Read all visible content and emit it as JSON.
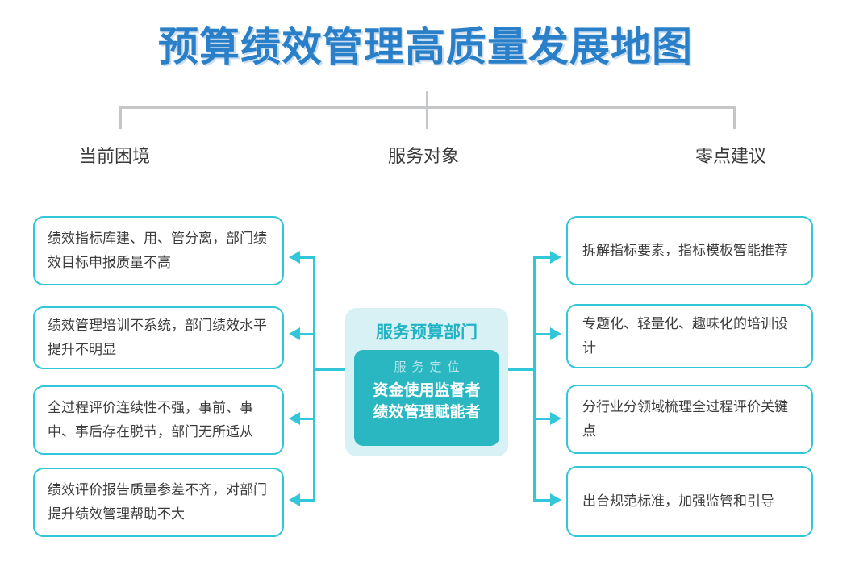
{
  "page": {
    "title": "预算绩效管理高质量发展地图",
    "accent_blue": "#2a7fc9",
    "accent_cyan": "#31c6d8",
    "panel_bg": "#d7f1f4",
    "card_teal": "#2bb7c2",
    "bracket_gray": "#c4c6c8"
  },
  "columns": {
    "left_header": "当前困境",
    "middle_header": "服务对象",
    "right_header": "零点建议"
  },
  "problems": [
    {
      "text": "绩效指标库建、用、管分离，部门绩效目标申报质量不高"
    },
    {
      "text": "绩效管理培训不系统，部门绩效水平提升不明显"
    },
    {
      "text": "全过程评价连续性不强，事前、事中、事后存在脱节，部门无所适从"
    },
    {
      "text": "绩效评价报告质量参差不齐，对部门提升绩效管理帮助不大"
    }
  ],
  "suggestions": [
    {
      "text": "拆解指标要素，指标模板智能推荐"
    },
    {
      "text": "专题化、轻量化、趣味化的培训设计"
    },
    {
      "text": "分行业分领域梳理全过程评价关键点"
    },
    {
      "text": "出台规范标准，加强监管和引导"
    }
  ],
  "center": {
    "title": "服务预算部门",
    "subtitle": "服务定位",
    "role_line_1": "资金使用监督者",
    "role_line_2": "绩效管理赋能者"
  }
}
